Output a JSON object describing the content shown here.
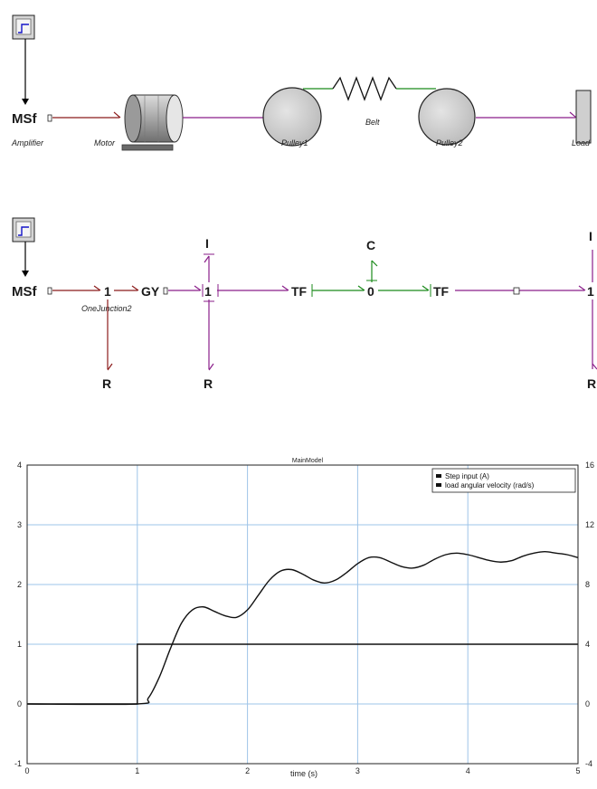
{
  "top_model": {
    "blocks": {
      "amplifier_source": "MSf",
      "amplifier_label": "Amplifier",
      "motor_label": "Motor",
      "pulley1_label": "Pulley1",
      "belt_label": "Belt",
      "pulley2_label": "Pulley2",
      "load_label": "Load"
    }
  },
  "bond_graph": {
    "source": "MSf",
    "junction1": "1",
    "junction1_label": "OneJunction2",
    "gyrator": "GY",
    "junction2": "1",
    "inertia_top": "I",
    "resistor_left": "R",
    "resistor_mid": "R",
    "transformer1": "TF",
    "junction0": "0",
    "capacitor": "C",
    "transformer2": "TF",
    "junction3": "1",
    "inertia_right": "I",
    "resistor_right": "R"
  },
  "chart_data": {
    "type": "line",
    "title": "MainModel",
    "xlabel": "time (s)",
    "ylabel": "",
    "xlim": [
      0,
      5
    ],
    "ylim": [
      -1,
      4
    ],
    "y2lim": [
      -4,
      16
    ],
    "x_ticks": [
      "0",
      "1",
      "2",
      "3",
      "4",
      "5"
    ],
    "y_ticks": [
      "-1",
      "0",
      "1",
      "2",
      "3",
      "4"
    ],
    "y2_ticks": [
      "-4",
      "0",
      "4",
      "8",
      "12",
      "16"
    ],
    "grid": true,
    "legend_position": "top-right",
    "series": [
      {
        "name": "Step input (A)",
        "axis": "left",
        "color": "#111111",
        "x": [
          0,
          1,
          1,
          5
        ],
        "y": [
          0,
          0,
          1,
          1
        ]
      },
      {
        "name": "load angular velocity (rad/s)",
        "axis": "right",
        "color": "#111111",
        "x": [
          0,
          1.0,
          1.1,
          1.2,
          1.3,
          1.4,
          1.5,
          1.6,
          1.7,
          1.8,
          1.9,
          2.0,
          2.1,
          2.2,
          2.3,
          2.4,
          2.5,
          2.6,
          2.7,
          2.8,
          2.9,
          3.0,
          3.1,
          3.2,
          3.3,
          3.4,
          3.5,
          3.6,
          3.7,
          3.8,
          3.9,
          4.0,
          4.1,
          4.2,
          4.3,
          4.4,
          4.5,
          4.6,
          4.7,
          4.8,
          4.9,
          5.0
        ],
        "y": [
          0,
          0,
          0.4,
          1.8,
          3.7,
          5.4,
          6.3,
          6.5,
          6.2,
          5.9,
          5.8,
          6.3,
          7.3,
          8.3,
          8.9,
          9.0,
          8.7,
          8.3,
          8.1,
          8.3,
          8.8,
          9.4,
          9.8,
          9.8,
          9.5,
          9.2,
          9.1,
          9.3,
          9.7,
          10.0,
          10.1,
          10.0,
          9.8,
          9.6,
          9.5,
          9.6,
          9.9,
          10.1,
          10.2,
          10.1,
          10.0,
          9.8
        ]
      }
    ]
  }
}
